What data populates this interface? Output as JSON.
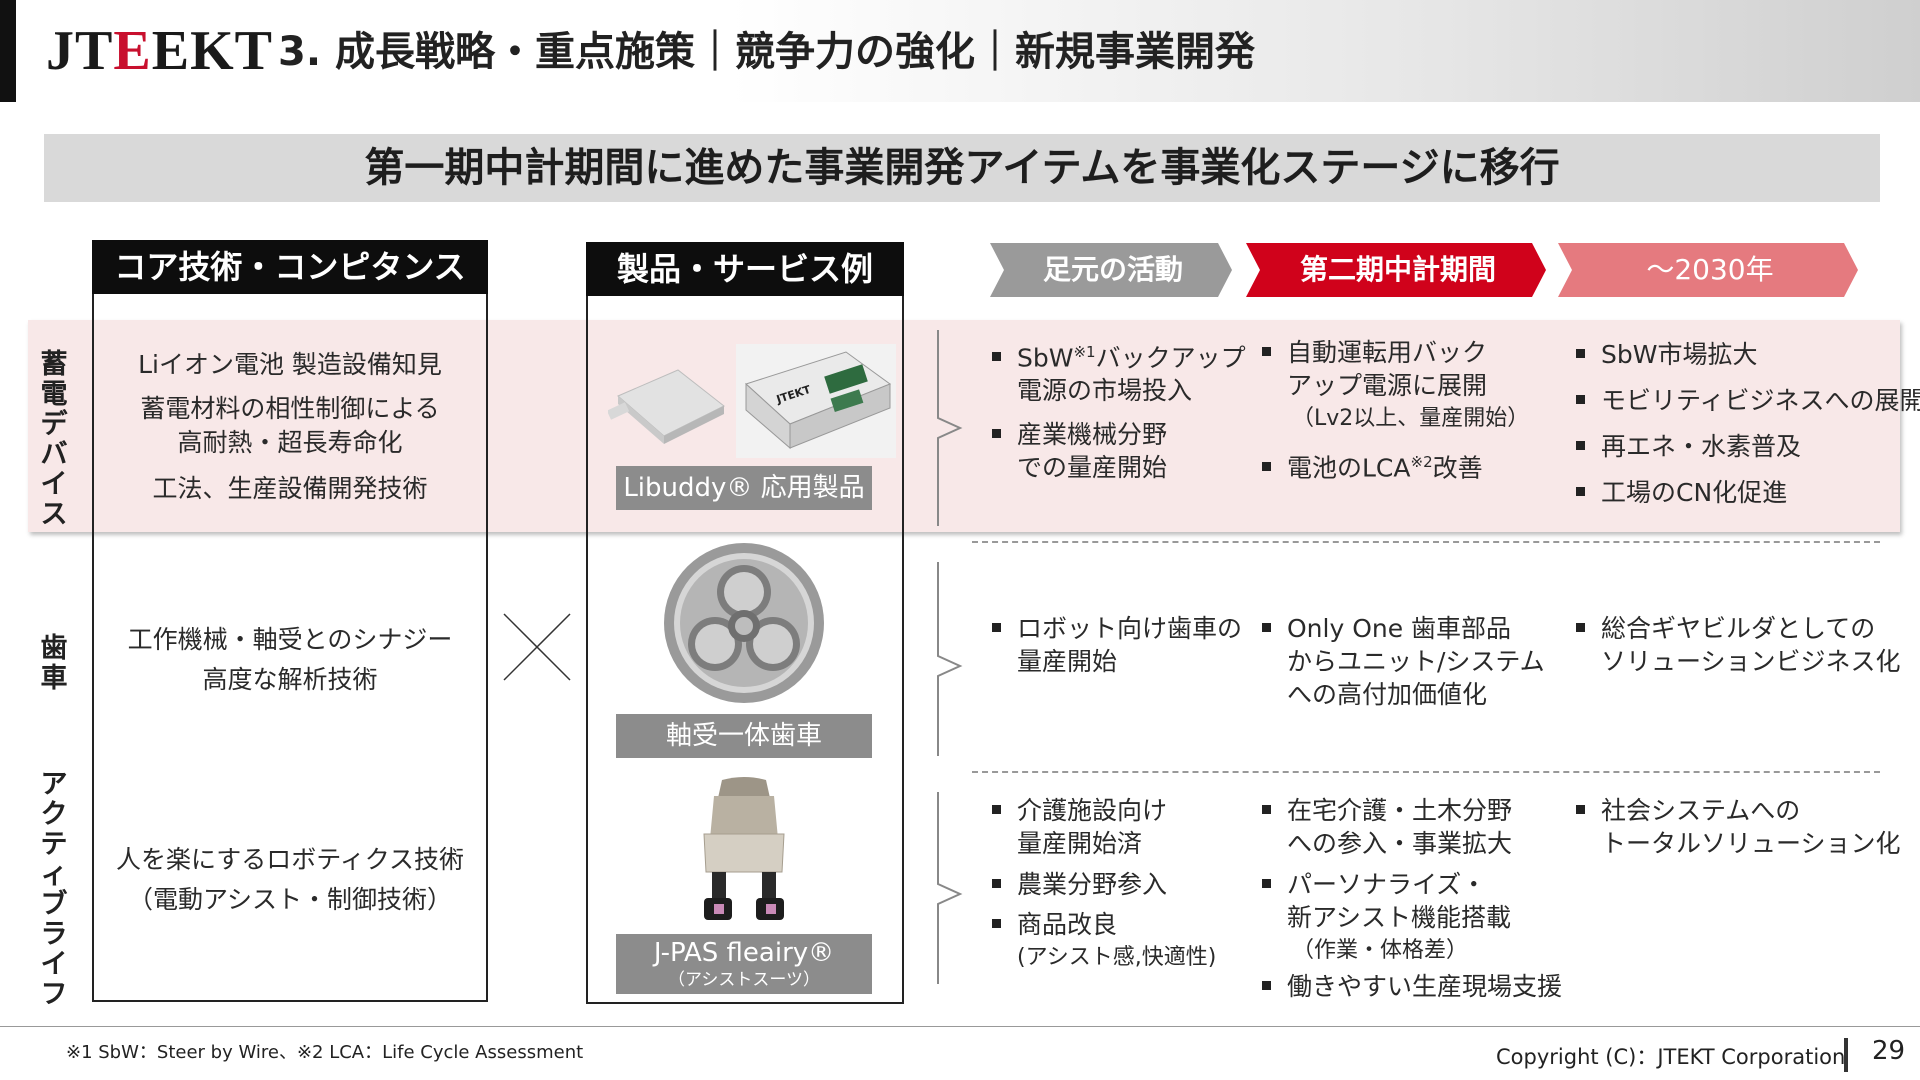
{
  "header": {
    "logo_pre": "JT",
    "logo_red": "E",
    "logo_post": "EKT",
    "title": "3. 成長戦略・重点施策｜競争力の強化｜新規事業開発"
  },
  "banner": {
    "text": "第一期中計期間に進めた事業開発アイテムを事業化ステージに移行"
  },
  "columns": {
    "core_header": "コア技術・コンピタンス",
    "product_header": "製品・サービス例",
    "multiply_symbol": "×"
  },
  "timeline": {
    "stage1": "足元の活動",
    "stage2": "第二期中計期間",
    "stage3": "～2030年",
    "colors": {
      "stage1": "#9a9a9a",
      "stage2": "#d0021b",
      "stage3": "#e57a7f"
    }
  },
  "categories": [
    {
      "label": "蓄電デバイス",
      "core": [
        "Liイオン電池 製造設備知見",
        "蓄電材料の相性制御による",
        "高耐熱・超長寿命化",
        "工法、生産設備開発技術"
      ],
      "product_caption": "Libuddy® 応用製品",
      "product_device_text": "JTEKT",
      "now": [
        {
          "lines": [
            "SbW※1バックアップ",
            "電源の市場投入"
          ]
        },
        {
          "lines": [
            "産業機械分野",
            "での量産開始"
          ]
        }
      ],
      "mid": [
        {
          "lines": [
            "自動運転用バック",
            "アップ電源に展開",
            "（Lv2以上、量産開始）"
          ]
        },
        {
          "lines": [
            "電池のLCA※2改善"
          ]
        }
      ],
      "future": [
        {
          "lines": [
            "SbW市場拡大"
          ]
        },
        {
          "lines": [
            "モビリティビジネスへの展開"
          ]
        },
        {
          "lines": [
            "再エネ・水素普及"
          ]
        },
        {
          "lines": [
            "工場のCN化促進"
          ]
        }
      ]
    },
    {
      "label": "歯車",
      "core": [
        "工作機械・軸受とのシナジー",
        "高度な解析技術"
      ],
      "product_caption": "軸受一体歯車",
      "now": [
        {
          "lines": [
            "ロボット向け歯車の",
            "量産開始"
          ]
        }
      ],
      "mid": [
        {
          "lines": [
            "Only One 歯車部品",
            "からユニット/システム",
            "への高付加価値化"
          ]
        }
      ],
      "future": [
        {
          "lines": [
            "総合ギヤビルダとしての",
            "ソリューションビジネス化"
          ]
        }
      ]
    },
    {
      "label": "アクティブライフ",
      "core": [
        "人を楽にするロボティクス技術",
        "（電動アシスト・制御技術）"
      ],
      "product_caption": "J-PAS fleairy®",
      "product_caption_sub": "（アシストスーツ）",
      "now": [
        {
          "lines": [
            "介護施設向け",
            "量産開始済"
          ]
        },
        {
          "lines": [
            "農業分野参入"
          ]
        },
        {
          "lines": [
            "商品改良",
            "(アシスト感,快適性)"
          ]
        }
      ],
      "mid": [
        {
          "lines": [
            "在宅介護・土木分野",
            "への参入・事業拡大"
          ]
        },
        {
          "lines": [
            "パーソナライズ・",
            "新アシスト機能搭載",
            "（作業・体格差）"
          ]
        },
        {
          "lines": [
            "働きやすい生産現場支援"
          ]
        }
      ],
      "future": [
        {
          "lines": [
            "社会システムへの",
            "トータルソリューション化"
          ]
        }
      ]
    }
  ],
  "footer": {
    "footnote": "※1 SbW：Steer by Wire、※2 LCA：Life Cycle Assessment",
    "copyright": "Copyright (C)：JTEKT Corporation",
    "page": "29"
  }
}
